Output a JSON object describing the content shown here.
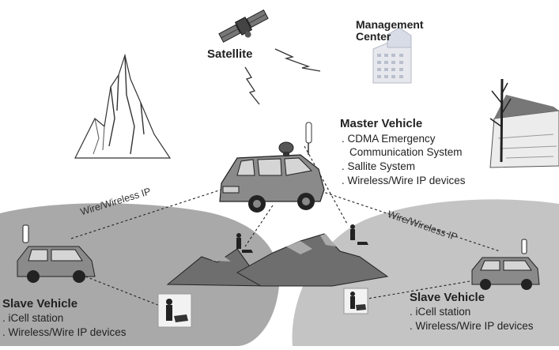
{
  "satellite": {
    "title": "Satellite"
  },
  "management_center": {
    "title_line1": "Management",
    "title_line2": "Center"
  },
  "master_vehicle": {
    "title": "Master Vehicle",
    "items": [
      ". CDMA Emergency",
      "Communication System",
      ". Sallite System",
      ". Wireless/Wire IP devices"
    ]
  },
  "slave_vehicle_left": {
    "title": "Slave Vehicle",
    "items": [
      ". iCell station",
      ". Wireless/Wire IP devices"
    ]
  },
  "slave_vehicle_right": {
    "title": "Slave Vehicle",
    "items": [
      ". iCell station",
      ". Wireless/Wire IP devices"
    ]
  },
  "links": {
    "left": "Wire/Wireless IP",
    "right": "Wire/Wireless IP"
  },
  "colors": {
    "left_region": "#a9a9a9",
    "right_region": "#c4c4c4",
    "mountain": "#6e6e6e",
    "mountain_light": "#9a9a9a",
    "line": "#222222",
    "text": "#222222"
  },
  "icons": {
    "satellite": "satellite-icon",
    "building": "building-icon",
    "mountain_peak": "mountain-peak-icon",
    "lake_tree": "lake-tree-icon",
    "car": "suv-vehicle-icon",
    "antenna": "antenna-icon",
    "dish": "satellite-dish-icon",
    "soldier": "soldier-dog-icon",
    "lightning": "wireless-signal-icon"
  }
}
